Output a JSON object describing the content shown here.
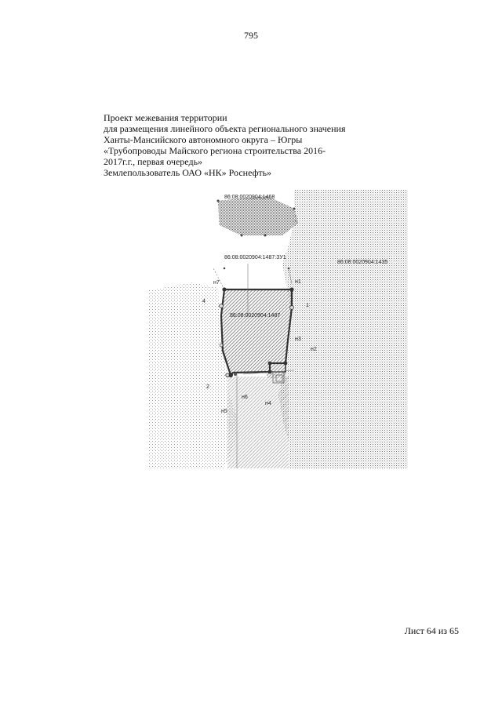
{
  "page_number": "795",
  "title_lines": [
    "Проект межевания территории",
    "для размещения линейного объекта регионального значения",
    "Ханты-Мансийского автономного округа – Югры",
    "«Трубопроводы Майского региона строительства 2016-",
    "2017г.г., первая очередь»",
    "Землепользователь ОАО «НК» Роснефть»"
  ],
  "map": {
    "parcel_labels": {
      "top": "86:08:0020904:1468",
      "right": "86:08:0020904:1435",
      "zu1": "86:08:0020904:1487:ЗУ1",
      "center": "86:08:0020904:1487"
    },
    "point_labels": {
      "n1": "н1",
      "n2": "н2",
      "n3": "н3",
      "n4": "н4",
      "n5": "н5",
      "n6": "н6",
      "n7": "н7",
      "p1": "1",
      "p2": "2",
      "p4": "4"
    }
  },
  "sheet_label": "Лист 64 из 65"
}
